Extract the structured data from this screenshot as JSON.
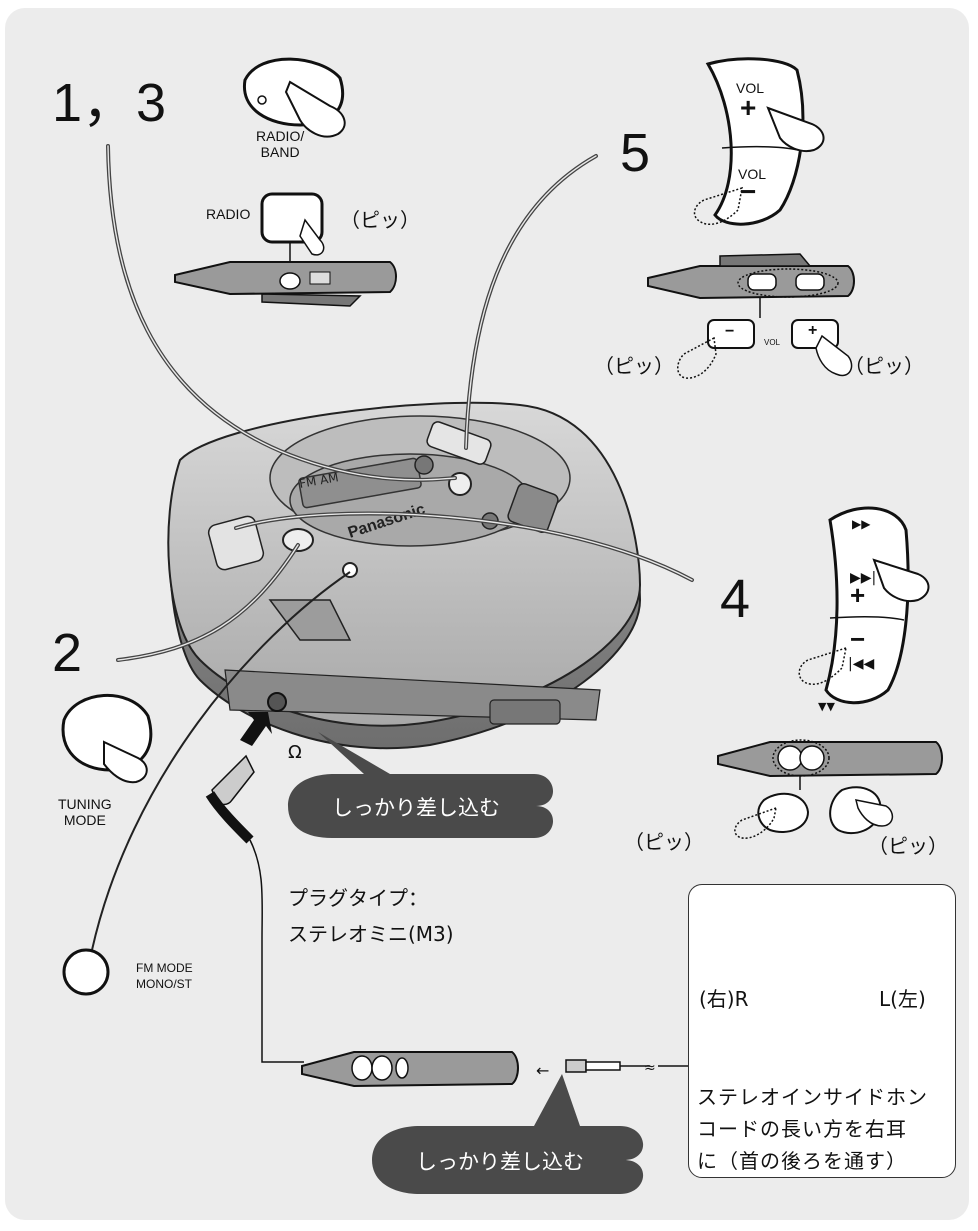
{
  "steps": {
    "step13": "1，3",
    "step5": "5",
    "step4": "4",
    "step2": "2"
  },
  "buttons": {
    "radio_band": "RADIO/\nBAND",
    "radio_band_line1": "RADIO/",
    "radio_band_line2": "BAND",
    "radio_remote": "RADIO",
    "vol_plus_label": "VOL",
    "vol_plus_sign": "+",
    "vol_minus_label": "VOL",
    "vol_minus_sign": "−",
    "vol_small": "VOL",
    "remote_minus": "−",
    "remote_plus": "+",
    "skip_plus": "+",
    "skip_minus": "−",
    "tuning_mode_line1": "TUNING",
    "tuning_mode_line2": "MODE",
    "fm_mode_line1": "FM MODE",
    "fm_mode_line2": "MONO/ST"
  },
  "beeps": {
    "beep": "（ピッ）"
  },
  "device": {
    "brand": "Panasonic",
    "band_label": "FM AM"
  },
  "callouts": {
    "insert_firmly": "しっかり差し込む"
  },
  "plug": {
    "type_line1": "プラグタイプ：",
    "type_line2": "ステレオミニ(M3)"
  },
  "inset": {
    "right_label": "(右)R",
    "left_label": "L(左)",
    "note_line1": "ステレオインサイドホン",
    "note_line2": "コードの長い方を右耳",
    "note_line3": "に（首の後ろを通す）"
  },
  "colors": {
    "panel": "#ececec",
    "callout": "#4a4a4a",
    "line": "#222222"
  }
}
